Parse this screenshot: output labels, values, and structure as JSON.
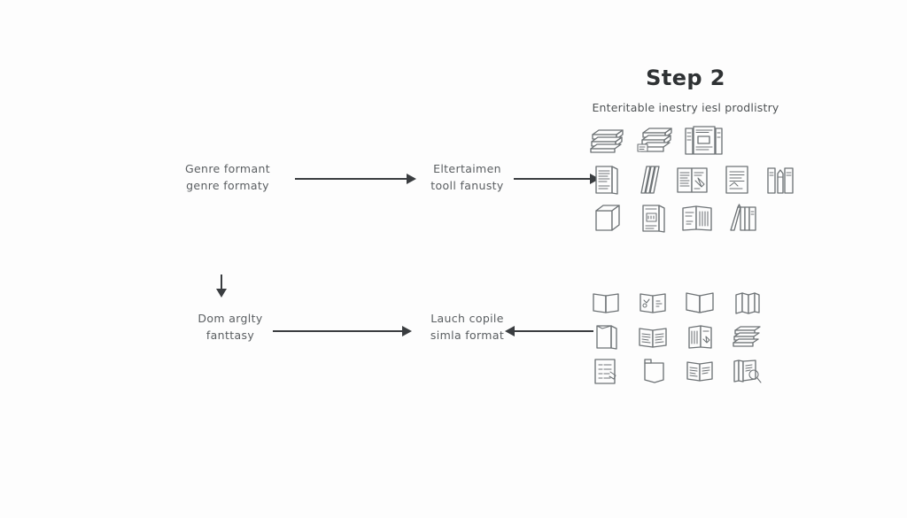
{
  "background_color": "#fdfdfd",
  "stroke_color": "#6e7376",
  "arrow_color": "#3a3d40",
  "text_color": "#5a5e61",
  "heading": {
    "title": "Step 2",
    "subtitle": "Enteritable inestry iesl prodlistry"
  },
  "nodes": [
    {
      "id": "genre",
      "line1": "Genre formant",
      "line2": "genre formaty"
    },
    {
      "id": "entertain",
      "line1": "Eltertaimen",
      "line2": "tooll fanusty"
    },
    {
      "id": "dom",
      "line1": "Dom arglty",
      "line2": "fanttasy"
    },
    {
      "id": "lauch",
      "line1": "Lauch copile",
      "line2": "simla  format"
    }
  ],
  "arrows": [
    {
      "id": "arrow-1",
      "direction": "right",
      "from": "genre",
      "to": "entertain"
    },
    {
      "id": "arrow-2",
      "direction": "right",
      "from": "entertain",
      "to": "icon-cluster-a"
    },
    {
      "id": "arrow-3",
      "direction": "right",
      "from": "dom",
      "to": "lauch"
    },
    {
      "id": "arrow-4",
      "direction": "left",
      "from": "icon-cluster-b",
      "to": "lauch"
    },
    {
      "id": "arrow-down",
      "direction": "down",
      "from": "genre",
      "to": "dom"
    }
  ],
  "icon_clusters": [
    {
      "id": "cluster-a",
      "rows": [
        [
          "stacked-books-horizontal-icon",
          "stacked-books-labeled-icon",
          "bookshelf-cabinet-icon"
        ],
        [
          "closed-book-icon",
          "thin-books-diagonal-icon",
          "open-book-pen-icon",
          "document-page-icon",
          "three-upright-books-icon"
        ],
        [
          "book-block-3d-icon",
          "book-elt-label-icon",
          "open-book-pages-icon",
          "books-with-pencil-icon"
        ]
      ]
    },
    {
      "id": "cluster-b",
      "rows": [
        [
          "open-book-icon",
          "open-book-illustrated-icon",
          "open-book-wide-icon",
          "folded-book-icon"
        ],
        [
          "upright-book-icon",
          "open-book-lines-icon",
          "notebook-pen-icon",
          "stacked-books-flat-icon"
        ],
        [
          "checklist-page-icon",
          "blank-notepad-icon",
          "open-book-text-icon",
          "book-magnifier-icon"
        ]
      ]
    }
  ]
}
